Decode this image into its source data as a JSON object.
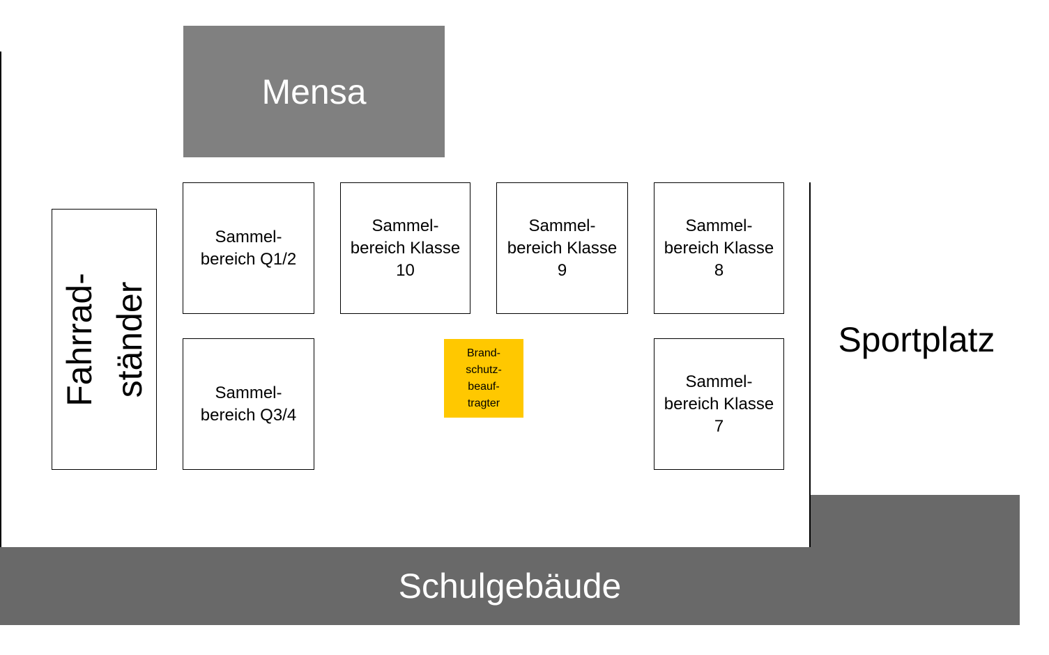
{
  "buildings": {
    "mensa": "Mensa",
    "schulgebaeude": "Schulgebäude",
    "sportplatz": "Sportplatz",
    "fahrradstaender": "Fahrrad-\nständer"
  },
  "assembly_areas": {
    "q12": "Sammel-\nbereich Q1/2",
    "klasse10": "Sammel-\nbereich Klasse\n10",
    "klasse9": "Sammel-\nbereich Klasse\n9",
    "klasse8": "Sammel-\nbereich Klasse\n8",
    "q34": "Sammel-\nbereich Q3/4",
    "klasse7": "Sammel-\nbereich Klasse\n7"
  },
  "fire_officer": "Brand-\nschutz-\nbeauf-\ntragter",
  "colors": {
    "mensa": "#808080",
    "schulgebaeude": "#696969",
    "fire_officer": "#ffc800"
  }
}
